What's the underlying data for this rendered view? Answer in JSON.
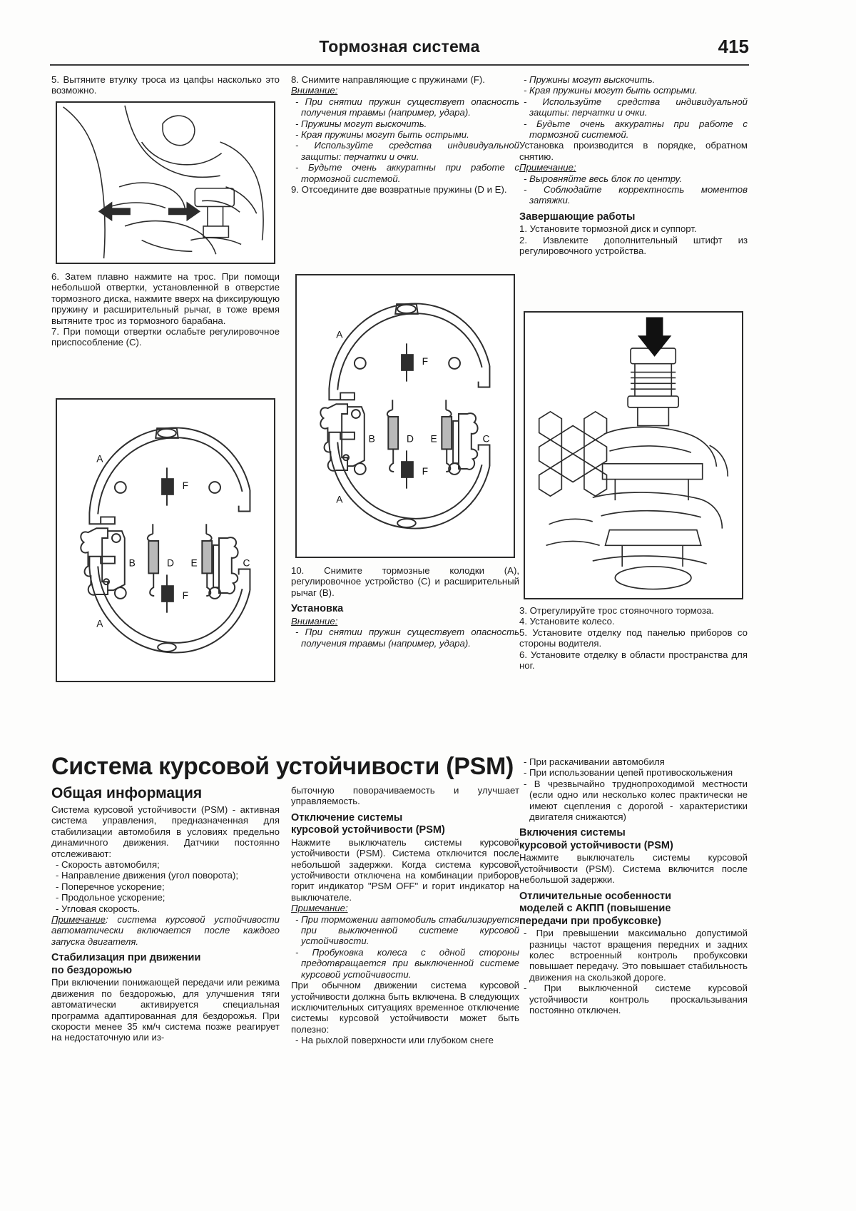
{
  "header": {
    "title": "Тормозная система",
    "page_number": "415"
  },
  "col1": {
    "step5": "5. Вытяните втулку троса из цапфы насколько это возможно.",
    "step6": "6. Затем плавно нажмите на трос. При помощи небольшой отвертки, установленной в отверстие тормозного диска, нажмите вверх на фиксирующую пружину и расширительный рычаг, в тоже время вытяните трос из тормозного барабана.",
    "step7": "7. При помощи отвертки ослабьте регулировочное приспособление (C)."
  },
  "col2": {
    "step8": "8. Снимите направляющие с пружинами (F).",
    "warn_label": "Внимание:",
    "warnings": [
      "- При снятии пружин существует опасность получения травмы (например, удара).",
      "- Пружины могут выскочить.",
      "- Края пружины могут быть острыми.",
      "- Используйте средства индивидуальной защиты: перчатки и очки.",
      "- Будьте очень аккуратны при работе с тормозной системой."
    ],
    "step9": "9. Отсоедините две возвратные пружины (D и E).",
    "step10": "10. Снимите тормозные колодки (A), регулировочное устройство (C) и расширительный рычаг (B).",
    "install_head": "Установка",
    "install_warn_label": "Внимание:",
    "install_warn": "- При снятии пружин существует опасность получения травмы (например, удара)."
  },
  "col3": {
    "warnings": [
      "- Пружины могут выскочить.",
      "- Края пружины могут быть острыми.",
      "- Используйте средства индивидуальной защиты: перчатки и очки.",
      "- Будьте очень аккуратны при работе с тормозной системой."
    ],
    "install_line": "Установка производится в порядке, обратном снятию.",
    "note_label": "Примечание:",
    "notes": [
      "- Выровняйте весь блок по центру.",
      "- Соблюдайте корректность моментов затяжки."
    ],
    "final_head": "Завершающие работы",
    "final_steps_top": [
      "1. Установите тормозной диск и суппорт.",
      "2. Извлеките дополнительный штифт из регулировочного устройства."
    ],
    "final_steps_bottom": [
      "3. Отрегулируйте трос стояночного тормоза.",
      "4. Установите колесо.",
      "5. Установите отделку под панелью приборов со стороны водителя.",
      "6. Установите отделку в области пространства для ног."
    ]
  },
  "section": {
    "title": "Система курсовой устойчивости (PSM)"
  },
  "lower_col1": {
    "heading": "Общая информация",
    "intro": "Система курсовой устойчивости (PSM) - активная система управления, предназначенная для стабилизации автомобиля в условиях предельно динамичного движения. Датчики постоянно отслеживают:",
    "sensors": [
      "- Скорость автомобиля;",
      "- Направление движения (угол поворота);",
      "- Поперечное ускорение;",
      "- Продольное ускорение;",
      "- Угловая скорость."
    ],
    "note_label": "Примечание",
    "note_text": ": система курсовой устойчивости автоматически включается после каждого запуска двигателя.",
    "offroad_head_l1": "Стабилизация при движении",
    "offroad_head_l2": "по бездорожью",
    "offroad_text": "При включении понижающей передачи или режима движения по бездорожью, для улучшения тяги автоматически активируется специальная программа адаптированная для бездорожья. При скорости менее 35 км/ч система позже реагирует на недостаточную или из-"
  },
  "lower_col2": {
    "cont": "быточную поворачиваемость и улучшает управляемость.",
    "off_head_l1": "Отключение системы",
    "off_head_l2": "курсовой устойчивости (PSM)",
    "off_text": "Нажмите выключатель системы курсовой устойчивости (PSM). Система отключится после небольшой задержки. Когда система курсовой устойчивости отключена на комбинации приборов горит индикатор \"PSM OFF\" и горит индикатор на выключателе.",
    "note_label": "Примечание:",
    "notes": [
      "- При торможении автомобиль стабилизируется при выключенной системе курсовой устойчивости.",
      "- Пробуковка колеса с одной стороны предотвращается при выключенной системе курсовой устойчивости."
    ],
    "tail": "При обычном движении система курсовой устойчивости должна быть включена. В следующих исключительных ситуациях временное отключение системы курсовой устойчивости может быть полезно:",
    "tail_bullet": "- На рыхлой поверхности или глубоком снеге"
  },
  "lower_col3": {
    "bullets": [
      "- При раскачивании автомобиля",
      "- При использовании цепей противоскольжения",
      "- В чрезвычайно труднопроходимой местности (если одно или несколько колес практически не имеют сцепления с дорогой - характеристики двигателя снижаются)"
    ],
    "on_head_l1": "Включения системы",
    "on_head_l2": "курсовой устойчивости (PSM)",
    "on_text": "Нажмите выключатель системы курсовой устойчивости (PSM). Система включится после небольшой задержки.",
    "akpp_head_l1": "Отличительные особенности",
    "akpp_head_l2": "моделей с АКПП (повышение",
    "akpp_head_l3": "передачи при пробуксовке)",
    "akpp_bullets": [
      "- При превышении максимально допустимой разницы частот вращения передних и задних колес встроенный контроль пробуксовки повышает передачу. Это повышает стабильность движения на скользкой дороге.",
      "- При выключенной системе курсовой устойчивости контроль проскальзывания постоянно отключен."
    ]
  },
  "figures": {
    "fig1": {
      "name": "cable-sleeve-removal-illustration"
    },
    "fig2": {
      "name": "brake-shoe-assembly-lower-left",
      "labels": [
        "A",
        "A",
        "B",
        "C",
        "D",
        "E",
        "F",
        "F"
      ]
    },
    "fig3": {
      "name": "brake-shoe-assembly-middle",
      "labels": [
        "A",
        "A",
        "B",
        "C",
        "D",
        "E",
        "F",
        "F"
      ]
    },
    "fig4": {
      "name": "adjuster-pin-removal-illustration"
    }
  }
}
